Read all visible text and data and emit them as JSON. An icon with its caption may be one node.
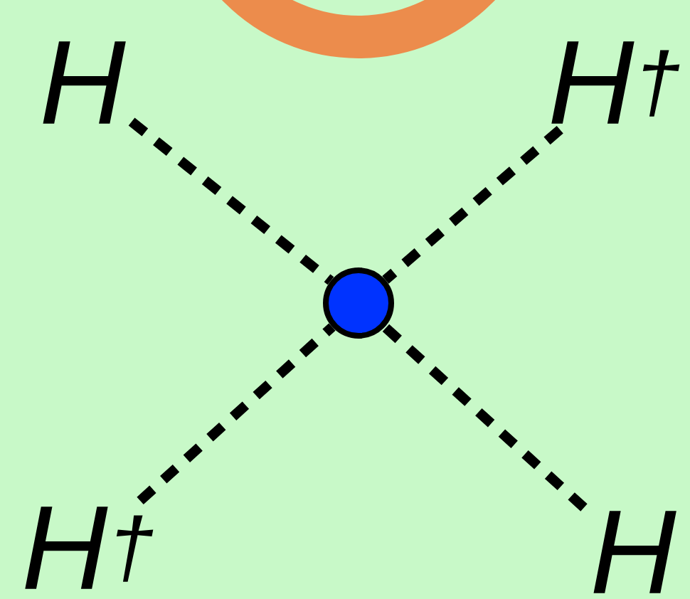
{
  "diagram": {
    "nodes": [
      {
        "text": [
          "H"
        ]
      },
      {
        "text": [
          "H$^{†}$"
        ]
      },
      {
        "text": [],
        "shape": "circle"
      },
      {
        "text": [
          "H$^{†}$"
        ]
      },
      {
        "text": [
          "H"
        ]
      }
    ],
    "edges": [
      {
        "from": 0,
        "to": 2,
        "arrow": "none",
        "style": "dashed"
      },
      {
        "from": 1,
        "to": 2,
        "arrow": "none",
        "style": "dashed"
      },
      {
        "from": 3,
        "to": 2,
        "arrow": "none",
        "style": "dashed"
      },
      {
        "from": 4,
        "to": 2,
        "arrow": "none",
        "style": "dashed"
      }
    ]
  }
}
